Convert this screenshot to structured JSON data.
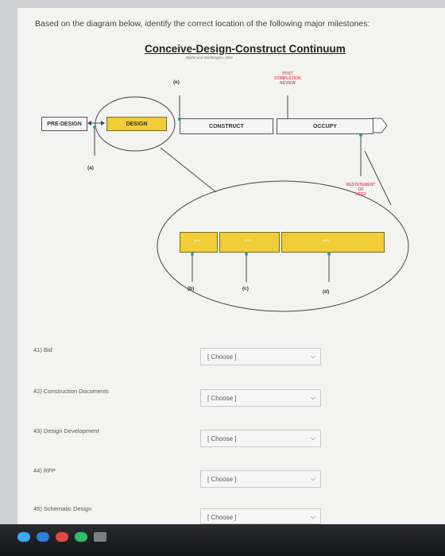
{
  "prompt": "Based on the diagram below, identify the correct location of the following major milestones:",
  "diagram": {
    "title": "Conceive-Design-Construct Continuum",
    "subtitle": "Blythe and Worthington, 2001",
    "phases": {
      "predesign": "PRE-DESIGN",
      "design": "DESIGN",
      "construct": "CONSTRUCT",
      "occupy": "OCCUPY"
    },
    "post_completion": [
      "POST",
      "COMPLETION",
      "REVIEW"
    ],
    "restatement": [
      "RESTATEMENT",
      "OF",
      "NEED"
    ],
    "markers": {
      "a": "(a)",
      "b": "(b)",
      "c": "(c)",
      "d": "(d)",
      "e": "(e)"
    },
    "detail_pct": [
      "30%",
      "60%",
      "90%"
    ]
  },
  "questions": [
    {
      "label": "41) Bid",
      "value": "[ Choose ]"
    },
    {
      "label": "42) Construction Documents",
      "value": "[ Choose ]"
    },
    {
      "label": "43) Design Development",
      "value": "[ Choose ]"
    },
    {
      "label": "44) RFP",
      "value": "[ Choose ]"
    },
    {
      "label": "45) Schematic Design",
      "value": "[ Choose ]"
    }
  ],
  "icons": {
    "chevron": "chevron-down-icon",
    "taskbar": [
      "chrome-icon",
      "edge-icon",
      "globe-icon",
      "maps-icon",
      "app-icon"
    ]
  },
  "colors": {
    "phase_fill": "#f1cd37",
    "taskbar": "#1b1c20",
    "accent": "#e2586a"
  }
}
